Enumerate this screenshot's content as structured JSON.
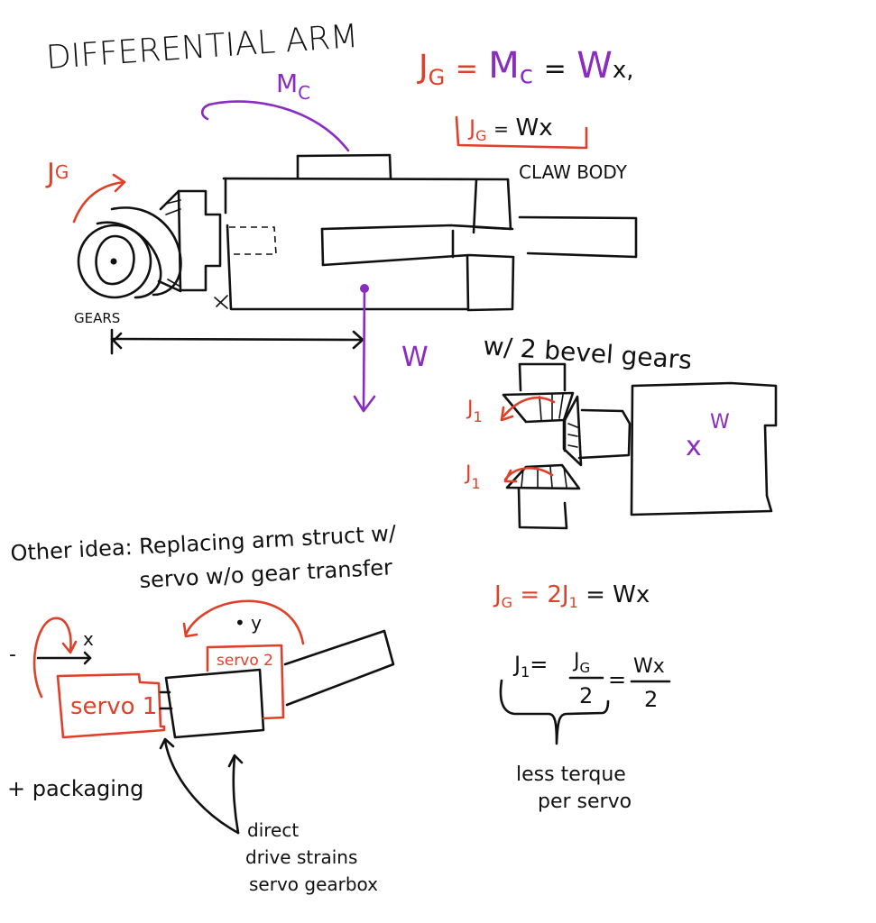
{
  "title": "DIFFERENTIAL ARM",
  "colors": {
    "ink": "#111111",
    "torque_red": "#e0402a",
    "moment_purple": "#8a2bc2",
    "background": "#ffffff"
  },
  "top_diagram": {
    "moment_label_main": "M",
    "moment_label_sub": "C",
    "gear_torque_main": "J",
    "gear_torque_sub": "G",
    "gears_label": "GEARS",
    "claw_body_label": "CLAW BODY",
    "weight_label": "W",
    "distance_marker": "x"
  },
  "equations": {
    "eq1": {
      "jg_main": "J",
      "jg_sub": "G",
      "eq_sign_1": "=",
      "mc_main": "M",
      "mc_sub": "c",
      "eq_sign_2": "=",
      "w": "W",
      "x": "x,"
    },
    "eq_boxed": {
      "jg_main": "J",
      "jg_sub": "G",
      "eq_sign": "=",
      "wx": "Wx"
    },
    "eq2": {
      "text_red": "J",
      "sub_red": "G",
      "rest_red": "= 2J",
      "sub2_red": "1",
      "rest_black": "= Wx"
    },
    "eq3": {
      "lhs": "J",
      "lhs_sub": "1",
      "eq_sign_1": "=",
      "frac1_num": "J",
      "frac1_num_sub": "G",
      "frac1_den": "2",
      "eq_sign_2": "=",
      "frac2_num": "Wx",
      "frac2_den": "2"
    },
    "note_line1": "less terque",
    "note_line2": "per servo"
  },
  "bevel_diagram": {
    "caption": "w/ 2 bevel gears",
    "torque_top_main": "J",
    "torque_top_sub": "1",
    "torque_bottom_main": "J",
    "torque_bottom_sub": "1",
    "weight_label": "W",
    "center_mark": "x"
  },
  "other_idea": {
    "line1": "Other idea: Replacing arm struct w/",
    "line2": "servo w/o gear transfer",
    "servo1_label": "servo 1",
    "servo2_label": "servo 2",
    "axis_x_label": "x",
    "axis_minus": "-",
    "axis_y_label": "• y",
    "packaging_note": "+ packaging",
    "direct_drive_line1": "direct",
    "direct_drive_line2": "drive strains",
    "direct_drive_line3": "servo gearbox"
  }
}
